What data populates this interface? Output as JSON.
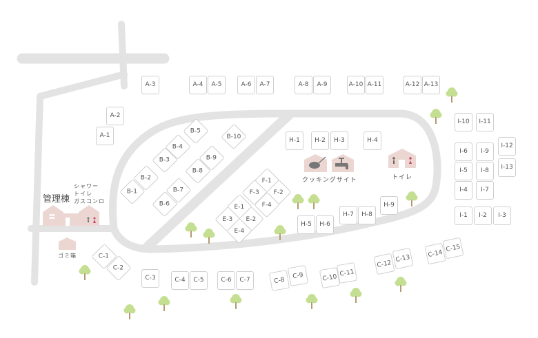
{
  "facilities": {
    "admin_building": "管理棟",
    "admin_services": [
      "シャワー",
      "トイレ",
      "ガスコンロ"
    ],
    "trash": "ゴミ箱",
    "cooking_site": "クッキングサイト",
    "toilet": "トイレ"
  },
  "sites": {
    "A": [
      "A-1",
      "A-2",
      "A-3",
      "A-4",
      "A-5",
      "A-6",
      "A-7",
      "A-8",
      "A-9",
      "A-10",
      "A-11",
      "A-12",
      "A-13"
    ],
    "B": [
      "B-1",
      "B-2",
      "B-3",
      "B-4",
      "B-5",
      "B-6",
      "B-7",
      "B-8",
      "B-9",
      "B-10"
    ],
    "C": [
      "C-1",
      "C-2",
      "C-3",
      "C-4",
      "C-5",
      "C-6",
      "C-7",
      "C-8",
      "C-9",
      "C-10",
      "C-11",
      "C-12",
      "C-13",
      "C-14",
      "C-15"
    ],
    "E": [
      "E-1",
      "E-2",
      "E-3",
      "E-4"
    ],
    "F": [
      "F-1",
      "F-2",
      "F-3",
      "F-4"
    ],
    "H": [
      "H-1",
      "H-2",
      "H-3",
      "H-4",
      "H-5",
      "H-6",
      "H-7",
      "H-8",
      "H-9"
    ],
    "I": [
      "I-1",
      "I-2",
      "I-3",
      "I-4",
      "I-5",
      "I-6",
      "I-7",
      "I-8",
      "I-9",
      "I-10",
      "I-11",
      "I-12",
      "I-13"
    ]
  },
  "colors": {
    "road": "#e3e3e3",
    "building": "#ecd6d2",
    "tree": "#c5df92",
    "trunk": "#b59a72",
    "female": "#c2476a"
  }
}
